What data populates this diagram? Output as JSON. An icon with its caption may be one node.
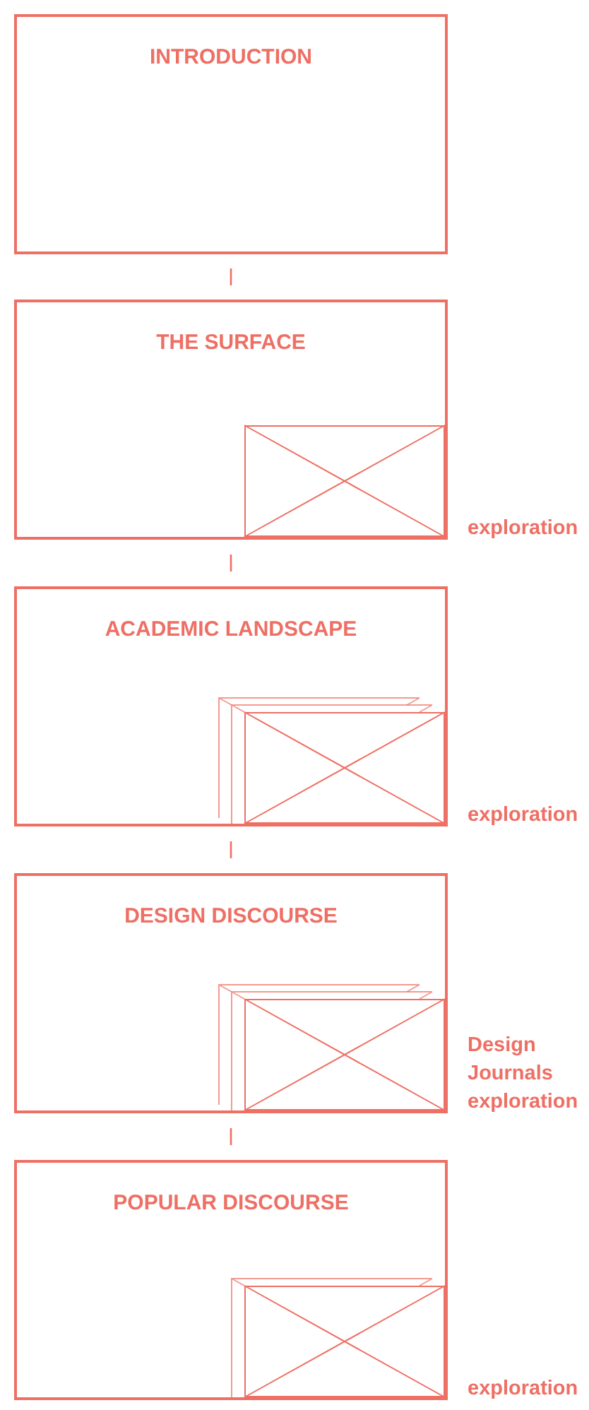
{
  "diagram": {
    "nodes": [
      {
        "text": [
          "INTRODUCTION"
        ]
      },
      {
        "text": [
          "THE SURFACE"
        ],
        "beside": [
          "exploration"
        ]
      },
      {
        "text": [],
        "shape": "box",
        "in": 1
      },
      {
        "text": [
          "ACADEMIC LANDSCAPE"
        ],
        "beside": [
          "exploration"
        ]
      },
      {
        "text": [],
        "shape": "box",
        "in": 3
      },
      {
        "text": [
          "DESIGN DISCOURSE"
        ],
        "beside": [
          "Design Journals exploration"
        ]
      },
      {
        "text": [],
        "shape": "box",
        "in": 5
      },
      {
        "text": [
          "POPULAR DISCOURSE"
        ],
        "beside": [
          "exploration"
        ]
      },
      {
        "text": [],
        "shape": "box",
        "in": 7
      }
    ],
    "edges": [
      {
        "from": 0,
        "to": 1,
        "arrow": "none"
      },
      {
        "from": 1,
        "to": 3,
        "arrow": "none"
      },
      {
        "from": 3,
        "to": 5,
        "arrow": "none"
      },
      {
        "from": 5,
        "to": 7,
        "arrow": "none"
      }
    ]
  }
}
